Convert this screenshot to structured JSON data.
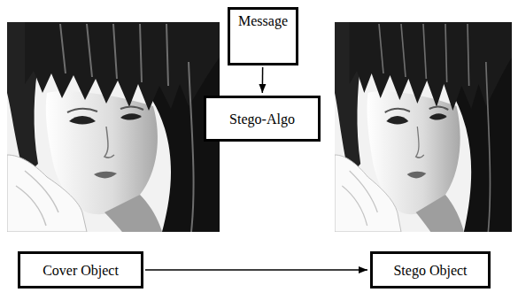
{
  "diagram": {
    "nodes": [
      {
        "text": [
          "Message"
        ]
      },
      {
        "text": [
          "Stego-Algo"
        ]
      },
      {
        "text": [
          "Cover Object"
        ]
      },
      {
        "text": [
          "Stego Object"
        ]
      }
    ],
    "edges": [
      {
        "from": 0,
        "to": 1,
        "arrow": "to"
      },
      {
        "from": 2,
        "to": 3,
        "arrow": "to"
      }
    ]
  }
}
